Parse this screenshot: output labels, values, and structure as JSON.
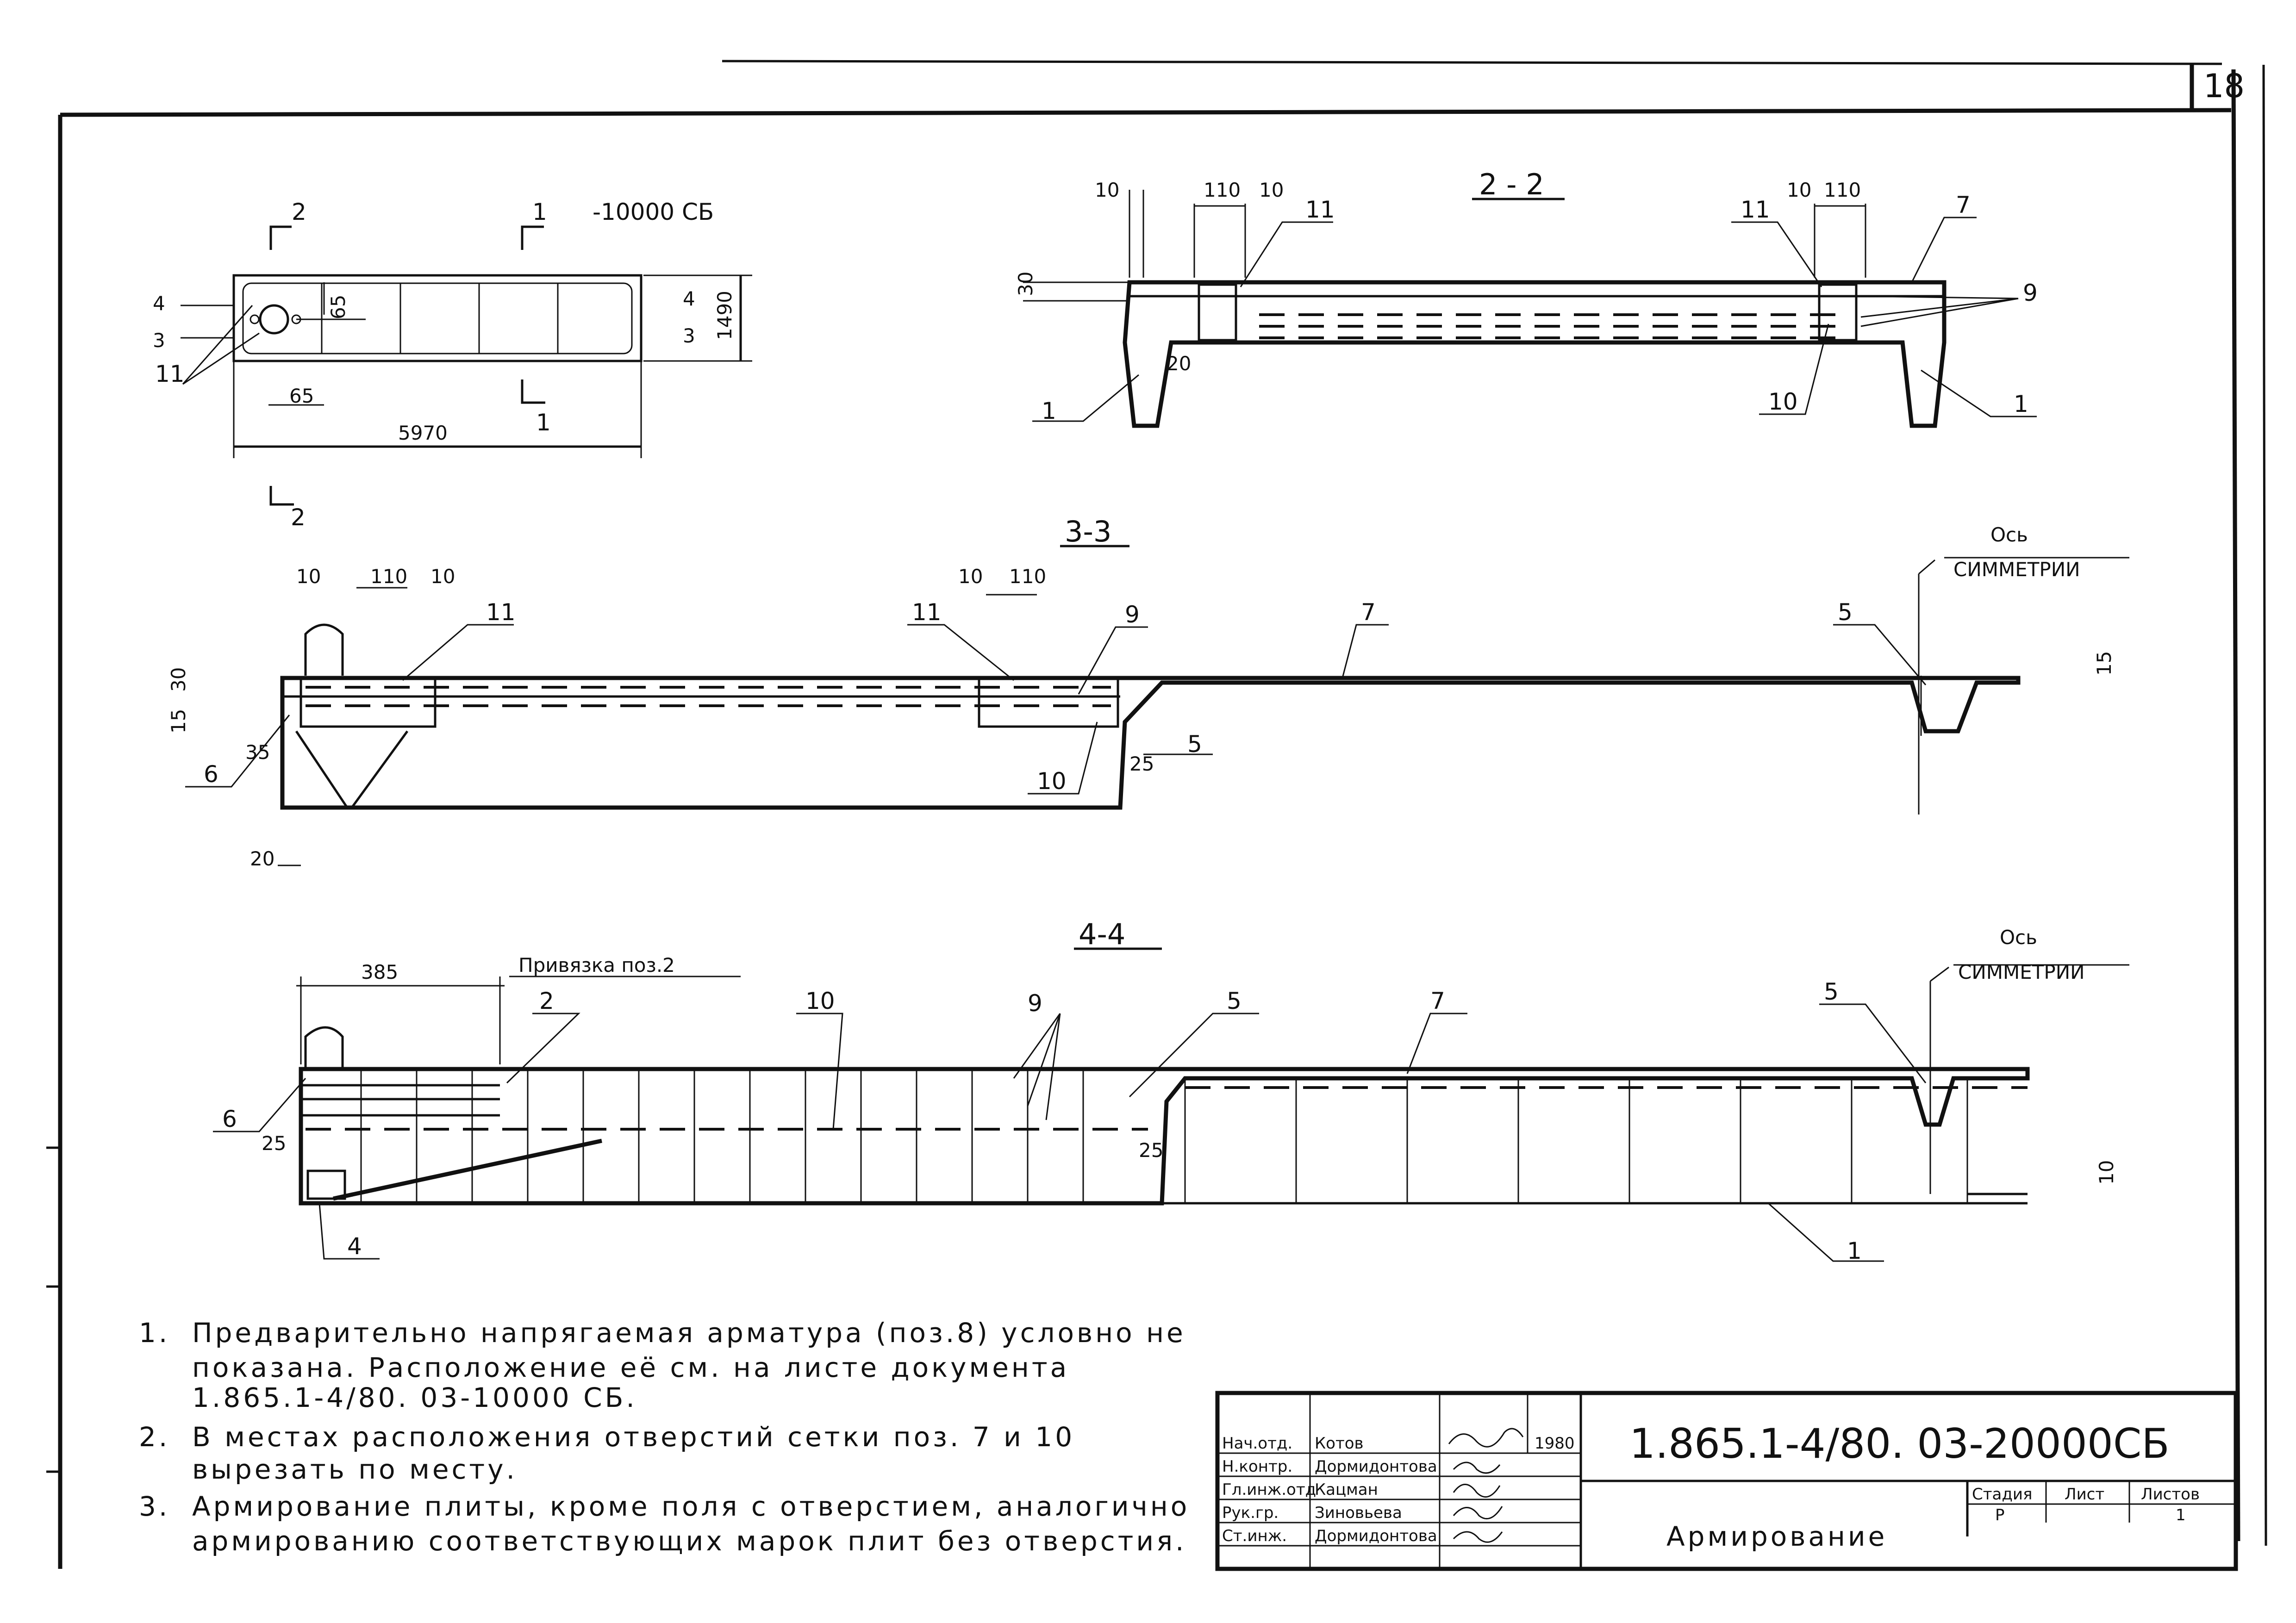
{
  "sheet": {
    "number": "18"
  },
  "plan": {
    "mark": "-10000 СБ",
    "cut1": "1",
    "cut2": "2",
    "length": "5970",
    "width": "1490",
    "dims": [
      "65",
      "65",
      "4",
      "3",
      "4",
      "3",
      "11"
    ]
  },
  "section22": {
    "title": "2 - 2",
    "dims": [
      "10",
      "110",
      "10",
      "10",
      "110",
      "30",
      "20"
    ],
    "callouts": [
      "11",
      "11",
      "7",
      "9",
      "1",
      "10",
      "1"
    ]
  },
  "section33": {
    "title": "3-3",
    "dims": [
      "10",
      "110",
      "10",
      "10",
      "110",
      "30",
      "15",
      "35",
      "25",
      "20",
      "15"
    ],
    "callouts": [
      "11",
      "11",
      "9",
      "7",
      "5",
      "6",
      "10",
      "5"
    ],
    "axis_line1": "Ось",
    "axis_line2": "СИММЕТРИИ"
  },
  "section44": {
    "title": "4-4",
    "dims": [
      "385",
      "25",
      "25",
      "10"
    ],
    "binding": "Привязка поз.2",
    "callouts": [
      "2",
      "10",
      "9",
      "5",
      "7",
      "5",
      "6",
      "4",
      "1"
    ],
    "axis_line1": "Ось",
    "axis_line2": "СИММЕТРИИ"
  },
  "notes": [
    {
      "num": "1.",
      "lines": [
        "Предварительно напрягаемая арматура (поз.8) условно не",
        "показана. Расположение её см. на листе документа",
        "1.865.1-4/80. 03-10000 СБ."
      ]
    },
    {
      "num": "2.",
      "lines": [
        "В местах расположения отверстий сетки поз. 7 и 10",
        "вырезать по месту."
      ]
    },
    {
      "num": "3.",
      "lines": [
        "Армирование плиты, кроме поля с отверстием, аналогично",
        "армированию соответствующих марок плит без отверстия."
      ]
    }
  ],
  "title_block": {
    "rows": [
      {
        "role": "Нач.отд.",
        "name": "Котов",
        "year": "1980"
      },
      {
        "role": "Н.контр.",
        "name": "Дормидонтова",
        "year": ""
      },
      {
        "role": "Гл.инж.отд",
        "name": "Кацман",
        "year": ""
      },
      {
        "role": "Рук.гр.",
        "name": "Зиновьева",
        "year": ""
      },
      {
        "role": "Ст.инж.",
        "name": "Дормидонтова",
        "year": ""
      }
    ],
    "code": "1.865.1-4/80. 03-20000СБ",
    "drawing_title": "Армирование",
    "stage_header": "Стадия",
    "sheet_header": "Лист",
    "sheets_header": "Листов",
    "stage": "Р",
    "sheet": "",
    "sheets": "1"
  },
  "colors": {
    "ink": "#111111",
    "paper": "#ffffff"
  }
}
